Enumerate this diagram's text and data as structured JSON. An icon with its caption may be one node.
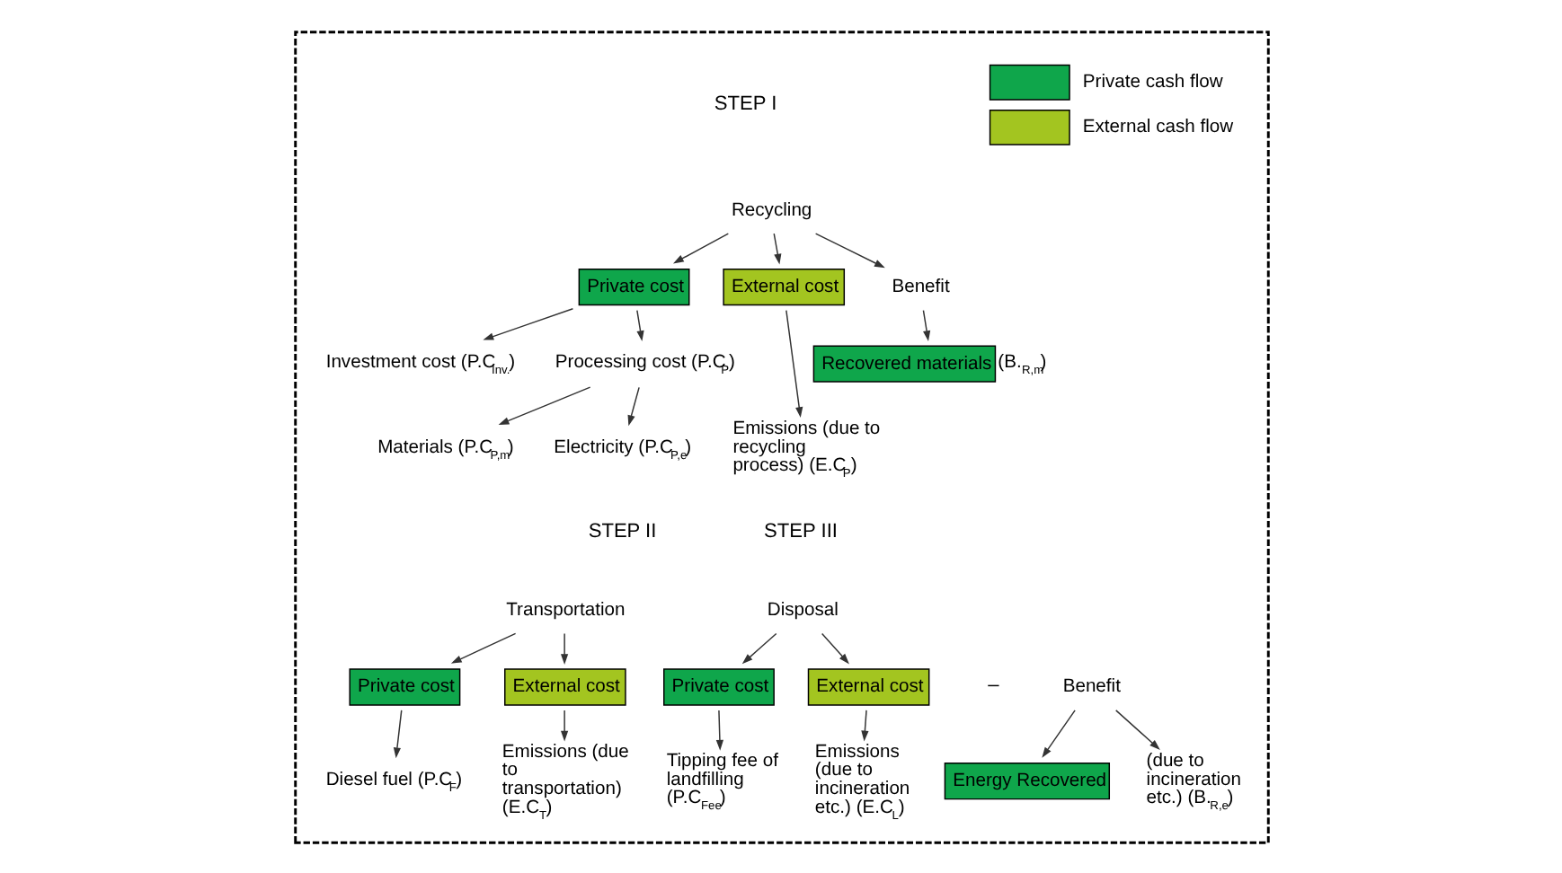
{
  "diagram": {
    "nodes": [
      {
        "text": [],
        "shape": "box"
      },
      {
        "text": [
          "Recycling"
        ],
        "in": 0
      },
      {
        "text": [
          "Private cost"
        ],
        "in": 0
      },
      {
        "text": [
          "External cost"
        ],
        "in": 0
      },
      {
        "text": [
          "Benefit"
        ],
        "in": 0
      },
      {
        "text": [
          "Investment cost (P.C$_{Inv.}$)"
        ],
        "in": 0
      },
      {
        "text": [
          "Processing cost (P.C$_{P}$)"
        ],
        "in": 0
      },
      {
        "text": [
          "Materials (P.C$_{P,m}$)"
        ],
        "in": 0
      },
      {
        "text": [
          "Electricity (P.C$_{P,e}$)"
        ],
        "in": 0
      },
      {
        "text": [
          "Emissions (due to recycling process) (E.C$_{P}$)"
        ],
        "in": 0
      },
      {
        "text": [
          "Recovered materials"
        ],
        "beside": [
          "(B.$_{R,m}$)"
        ],
        "in": 0
      },
      {
        "text": [
          "Transportation"
        ],
        "in": 0
      },
      {
        "text": [
          "Private cost"
        ],
        "in": 0
      },
      {
        "text": [
          "External cost"
        ],
        "in": 0
      },
      {
        "text": [
          "Diesel fuel (P.C$_{F}$)"
        ],
        "in": 0
      },
      {
        "text": [
          "Emissions (due to transportation) (E.C$_{T}$)"
        ],
        "in": 0
      },
      {
        "text": [
          "Disposal"
        ],
        "in": 0
      },
      {
        "text": [
          "Private cost"
        ],
        "in": 0
      },
      {
        "text": [
          "External cost"
        ],
        "in": 0
      },
      {
        "text": [
          "Tipping fee of landfilling (P.C$_{Fee}$)"
        ],
        "in": 0
      },
      {
        "text": [
          "Emissions (due to incineration etc.) (E.C$_{L}$)"
        ],
        "in": 0
      },
      {
        "text": [
          "Benefit"
        ],
        "in": 0
      },
      {
        "text": [
          "Energy Recovered"
        ],
        "in": 0
      },
      {
        "text": [
          "(due to incineration etc.) (B.$_{R,e}$)"
        ],
        "in": 0
      }
    ],
    "edges": [
      {
        "from": 1,
        "to": 2,
        "arrow": "to"
      },
      {
        "from": 1,
        "to": 3,
        "arrow": "to"
      },
      {
        "from": 1,
        "to": 4,
        "arrow": "to"
      },
      {
        "from": 2,
        "to": 5,
        "arrow": "to"
      },
      {
        "from": 2,
        "to": 6,
        "arrow": "to"
      },
      {
        "from": 6,
        "to": 7,
        "arrow": "to"
      },
      {
        "from": 6,
        "to": 8,
        "arrow": "to"
      },
      {
        "from": 3,
        "to": 9,
        "arrow": "to"
      },
      {
        "from": 4,
        "to": 10,
        "arrow": "to"
      },
      {
        "from": 11,
        "to": 12,
        "arrow": "to"
      },
      {
        "from": 11,
        "to": 13,
        "arrow": "to"
      },
      {
        "from": 12,
        "to": 14,
        "arrow": "to"
      },
      {
        "from": 13,
        "to": 15,
        "arrow": "to"
      },
      {
        "from": 16,
        "to": 17,
        "arrow": "to"
      },
      {
        "from": 16,
        "to": 18,
        "arrow": "to"
      },
      {
        "from": 17,
        "to": 19,
        "arrow": "to"
      },
      {
        "from": 18,
        "to": 20,
        "arrow": "to"
      },
      {
        "from": 21,
        "to": 22,
        "arrow": "to"
      },
      {
        "from": 21,
        "to": 23,
        "arrow": "to"
      }
    ],
    "labels": [
      "STEP I",
      "STEP II",
      "STEP III",
      "–"
    ],
    "legend": [
      {
        "text": "Private cash flow",
        "color": "#0fa64b"
      },
      {
        "text": "External cash flow",
        "color": "#a3c520"
      }
    ]
  }
}
